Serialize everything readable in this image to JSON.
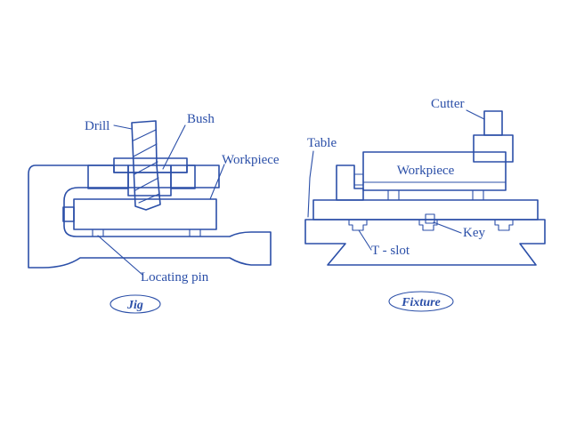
{
  "jig": {
    "labels": {
      "drill": "Drill",
      "bush": "Bush",
      "workpiece": "Workpiece",
      "locating_pin": "Locating pin"
    },
    "caption": "Jig"
  },
  "fixture": {
    "labels": {
      "cutter": "Cutter",
      "table": "Table",
      "workpiece": "Workpiece",
      "key": "Key",
      "t_slot": "T - slot"
    },
    "caption": "Fixture"
  },
  "colors": {
    "ink": "#2b4fa8",
    "background": "#ffffff"
  }
}
